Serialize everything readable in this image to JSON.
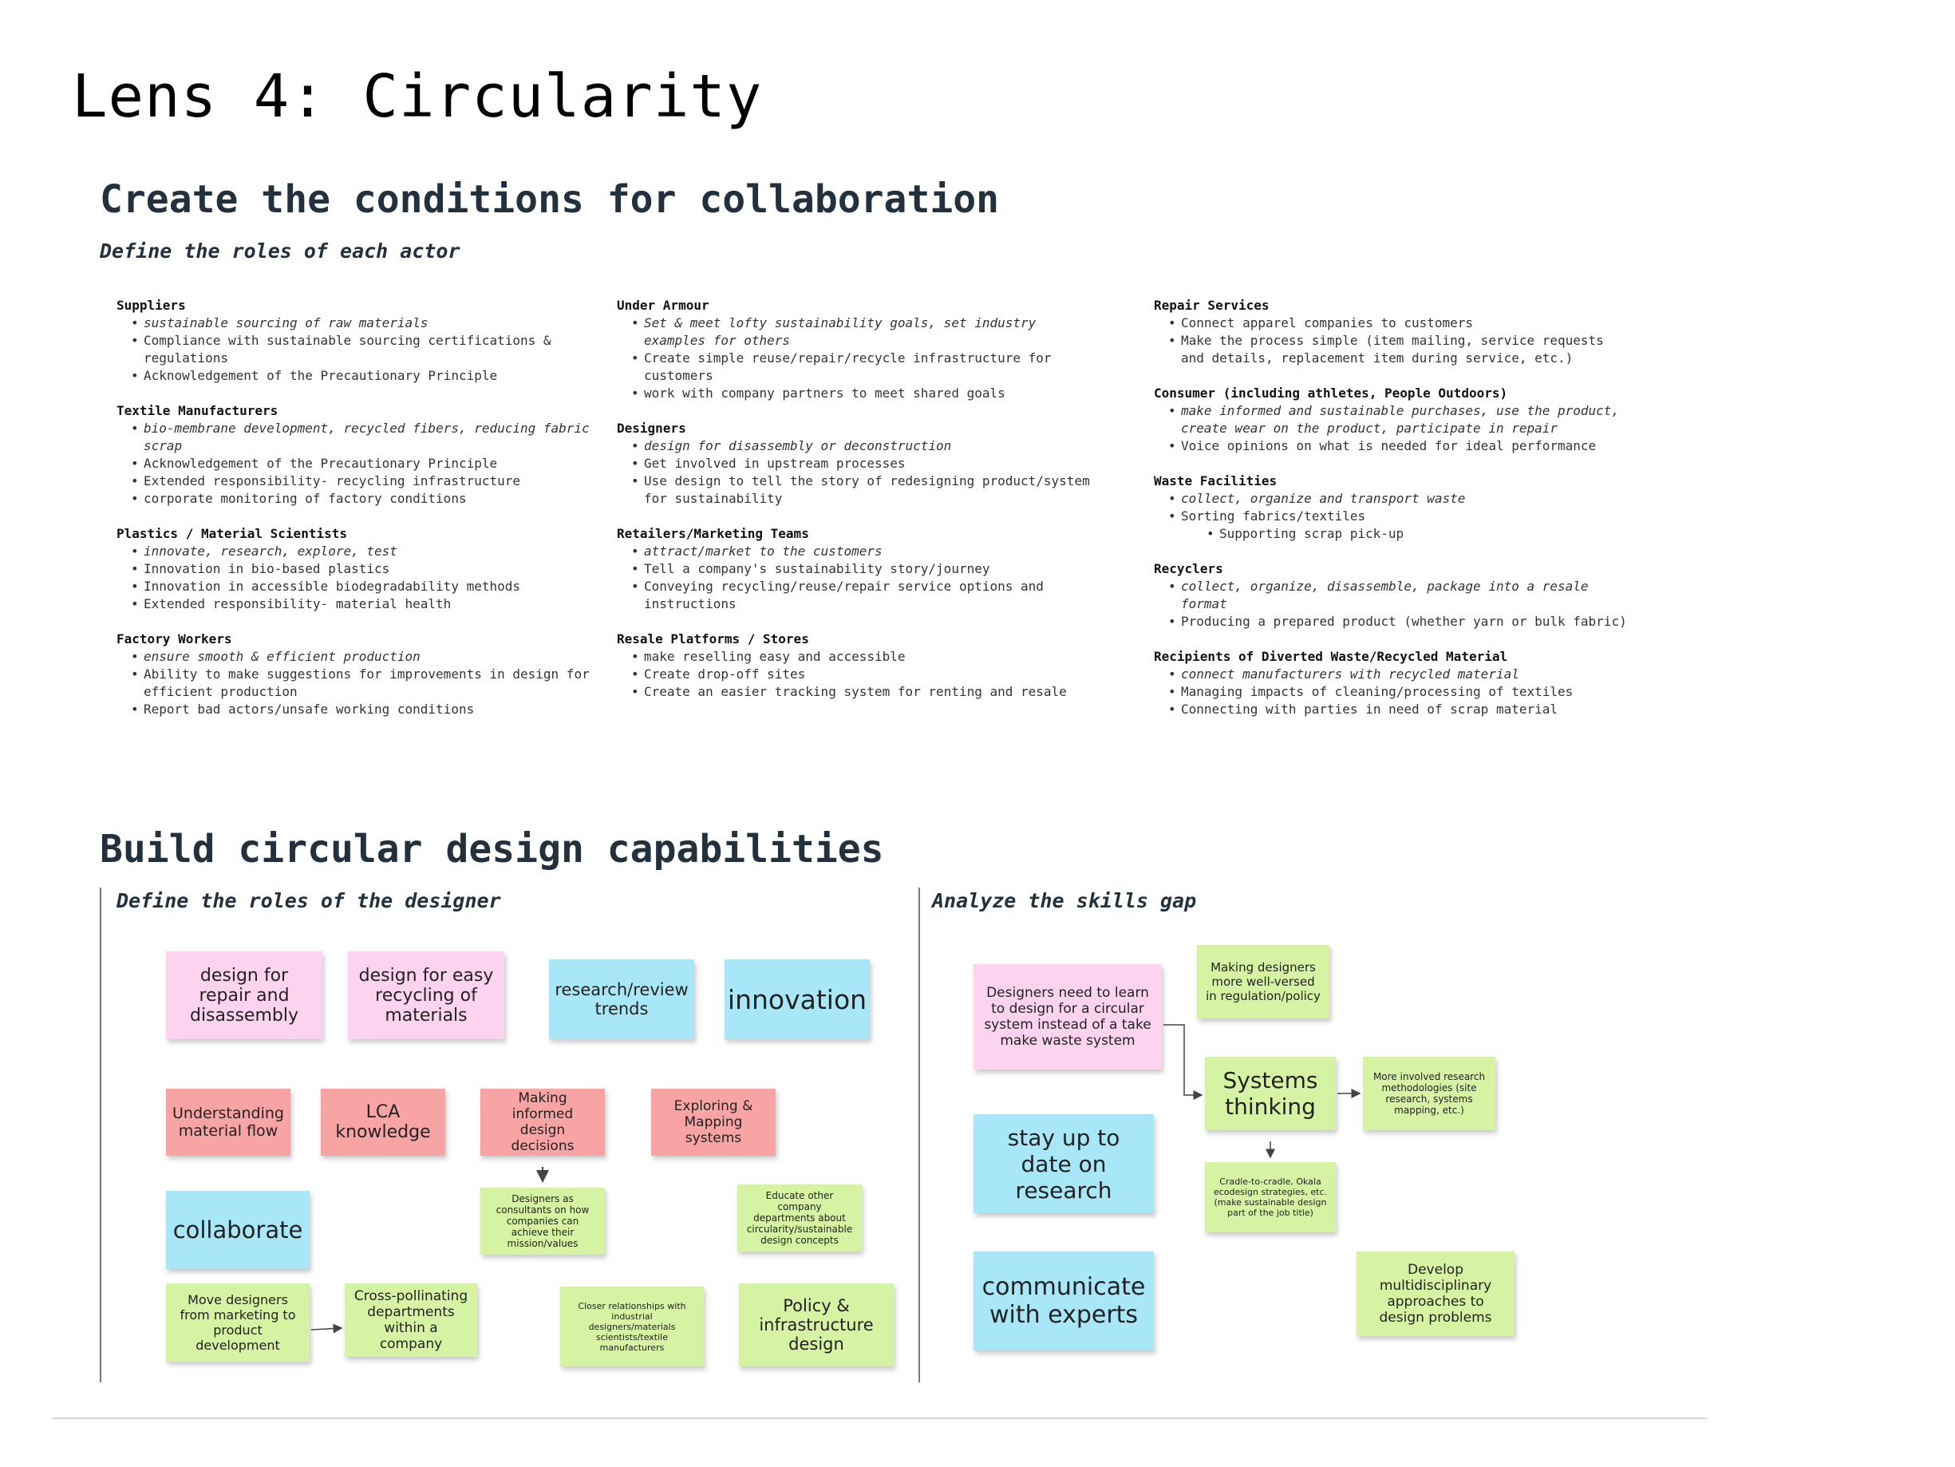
{
  "page_title": "Lens 4: Circularity",
  "section1": {
    "heading": "Create the conditions for collaboration",
    "subheading": "Define the roles of each actor",
    "columns": [
      [
        {
          "name": "Suppliers",
          "items": [
            {
              "text": "sustainable sourcing of raw materials",
              "italic": true
            },
            {
              "text": "Compliance with sustainable sourcing certifications & regulations"
            },
            {
              "text": "Acknowledgement of the Precautionary Principle"
            }
          ]
        },
        {
          "name": "Textile Manufacturers",
          "items": [
            {
              "text": "bio-membrane development, recycled fibers, reducing fabric scrap",
              "italic": true
            },
            {
              "text": "Acknowledgement of the Precautionary Principle"
            },
            {
              "text": "Extended responsibility- recycling infrastructure"
            },
            {
              "text": "corporate monitoring of factory conditions"
            }
          ]
        },
        {
          "name": "Plastics / Material Scientists",
          "items": [
            {
              "text": "innovate, research, explore, test",
              "italic": true
            },
            {
              "text": "Innovation in bio-based plastics"
            },
            {
              "text": "Innovation in accessible biodegradability methods"
            },
            {
              "text": "Extended responsibility- material health"
            }
          ]
        },
        {
          "name": "Factory Workers",
          "items": [
            {
              "text": "ensure smooth & efficient production",
              "italic": true
            },
            {
              "text": "Ability to make suggestions for improvements in design for efficient production"
            },
            {
              "text": "Report bad actors/unsafe working conditions"
            }
          ]
        }
      ],
      [
        {
          "name": "Under Armour",
          "items": [
            {
              "text": "Set & meet lofty sustainability goals, set industry examples for others",
              "italic": true
            },
            {
              "text": "Create simple reuse/repair/recycle infrastructure for customers"
            },
            {
              "text": "work with company partners to meet shared goals"
            }
          ]
        },
        {
          "name": "Designers",
          "items": [
            {
              "text": "design for disassembly or deconstruction",
              "italic": true
            },
            {
              "text": "Get involved in upstream processes"
            },
            {
              "text": "Use design to tell the story of redesigning product/system for sustainability"
            }
          ]
        },
        {
          "name": "Retailers/Marketing Teams",
          "items": [
            {
              "text": "attract/market to the customers",
              "italic": true
            },
            {
              "text": "Tell a company's sustainability story/journey"
            },
            {
              "text": "Conveying recycling/reuse/repair service options and instructions"
            }
          ]
        },
        {
          "name": "Resale Platforms / Stores",
          "items": [
            {
              "text": "make reselling easy and accessible"
            },
            {
              "text": "Create drop-off sites"
            },
            {
              "text": "Create an easier tracking system for renting and resale"
            }
          ]
        }
      ],
      [
        {
          "name": "Repair Services",
          "items": [
            {
              "text": "Connect apparel companies to customers"
            },
            {
              "text": "Make the process simple (item mailing, service requests and details, replacement item during service, etc.)"
            }
          ]
        },
        {
          "name": "Consumer (including athletes, People Outdoors)",
          "items": [
            {
              "text": "make informed and sustainable purchases, use the product, create wear on the product, participate in repair",
              "italic": true
            },
            {
              "text": "Voice opinions on what is needed for ideal performance"
            }
          ]
        },
        {
          "name": "Waste Facilities",
          "items": [
            {
              "text": "collect, organize and transport waste",
              "italic": true
            },
            {
              "text": "Sorting fabrics/textiles"
            },
            {
              "text": "Supporting scrap pick-up",
              "sub": true
            }
          ]
        },
        {
          "name": "Recyclers",
          "items": [
            {
              "text": "collect, organize, disassemble, package into a resale format",
              "italic": true
            },
            {
              "text": "Producing a prepared product (whether yarn or bulk fabric)"
            }
          ]
        },
        {
          "name": "Recipients of Diverted Waste/Recycled Material",
          "items": [
            {
              "text": "connect manufacturers with recycled material",
              "italic": true
            },
            {
              "text": "Managing impacts of cleaning/processing of textiles"
            },
            {
              "text": "Connecting with parties in need of scrap material"
            }
          ]
        }
      ]
    ]
  },
  "section2": {
    "heading": "Build circular design capabilities",
    "left_subheading": "Define the roles of the designer",
    "right_subheading": "Analyze the skills gap",
    "notes": {
      "n1": "design for repair and disassembly",
      "n2": "design for easy recycling of materials",
      "n3": "research/review trends",
      "n4": "innovation",
      "n5": "Understanding material flow",
      "n6": "LCA knowledge",
      "n7": "Making informed design decisions",
      "n8": "Exploring & Mapping systems",
      "n9": "collaborate",
      "n10": "Designers as consultants on how companies can achieve their mission/values",
      "n11": "Educate other company departments about circularity/sustainable design concepts",
      "n12": "Move designers from marketing to product development",
      "n13": "Cross-pollinating departments within a company",
      "n14": "Closer relationships with industrial designers/materials scientists/textile manufacturers",
      "n15": "Policy & infrastructure design",
      "r1": "Designers need to learn to design for a circular system instead of a take make waste system",
      "r2": "Making designers more well-versed in regulation/policy",
      "r3": "Systems thinking",
      "r4": "More involved research methodologies (site research, systems mapping, etc.)",
      "r5": "stay up to date on research",
      "r6": "Cradle-to-cradle, Okala ecodesign strategies, etc. (make sustainable design part of the job title)",
      "r7": "communicate with experts",
      "r8": "Develop multidisciplinary approaches to design problems"
    }
  }
}
